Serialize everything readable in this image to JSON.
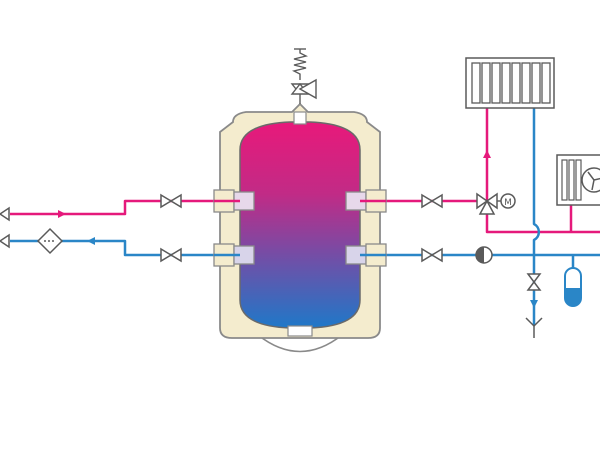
{
  "diagram": {
    "colors": {
      "hot": "#e5197b",
      "cold": "#2a86c7",
      "insulation_fill": "#f4ecce",
      "insulation_stroke": "#8a8a8a",
      "component_stroke": "#5a5a5a",
      "background": "#ffffff"
    },
    "components": [
      {
        "name": "buffer-tank",
        "icon": "storage-tank-icon"
      },
      {
        "name": "tank-insulation",
        "icon": "insulation-jacket-icon"
      },
      {
        "name": "safety-relief-valve",
        "icon": "safety-valve-icon"
      },
      {
        "name": "shutoff-valve",
        "icon": "gate-valve-icon"
      },
      {
        "name": "dirt-filter",
        "icon": "filter-icon"
      },
      {
        "name": "three-way-mixing-valve",
        "icon": "three-way-valve-icon"
      },
      {
        "name": "valve-actuator",
        "icon": "motor-icon"
      },
      {
        "name": "circulation-pump",
        "icon": "pump-icon"
      },
      {
        "name": "radiator",
        "icon": "radiator-icon"
      },
      {
        "name": "heat-source",
        "icon": "heat-pump-icon"
      },
      {
        "name": "expansion-vessel",
        "icon": "expansion-vessel-icon"
      },
      {
        "name": "drain-valve",
        "icon": "drain-icon"
      }
    ]
  }
}
